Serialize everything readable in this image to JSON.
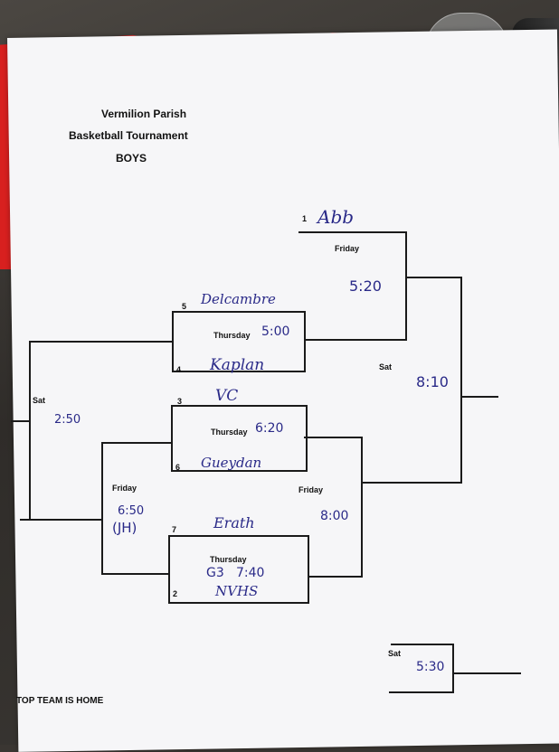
{
  "header": {
    "line1": "Vermilion Parish",
    "line2": "Basketball Tournament",
    "line3": "BOYS"
  },
  "seeds": {
    "s1": "1",
    "s5": "5",
    "s4": "4",
    "s3": "3",
    "s6": "6",
    "s7": "7",
    "s2": "2"
  },
  "teams": {
    "abb": "Abb",
    "delcambre": "Delcambre",
    "kaplan": "Kaplan",
    "vc": "VC",
    "gueydan": "Gueydan",
    "erath": "Erath",
    "nvhs": "NVHS"
  },
  "games": {
    "friday_top_day": "Friday",
    "friday_top_time": "5:20",
    "thursday1_day": "Thursday",
    "thursday1_time": "5:00",
    "thursday2_day": "Thursday",
    "thursday2_time": "6:20",
    "friday_left_day": "Friday",
    "friday_left_time": "6:50",
    "friday_left_note": "(JH)",
    "friday_right_day": "Friday",
    "friday_right_time": "8:00",
    "thursday3_day": "Thursday",
    "thursday3_game": "G3",
    "thursday3_time": "7:40",
    "sat_left_day": "Sat",
    "sat_left_time": "2:50",
    "sat_right_day": "Sat",
    "sat_right_time": "8:10",
    "sat_bottom_day": "Sat",
    "sat_bottom_time": "5:30"
  },
  "footer": {
    "note": "TOP TEAM IS HOME"
  }
}
